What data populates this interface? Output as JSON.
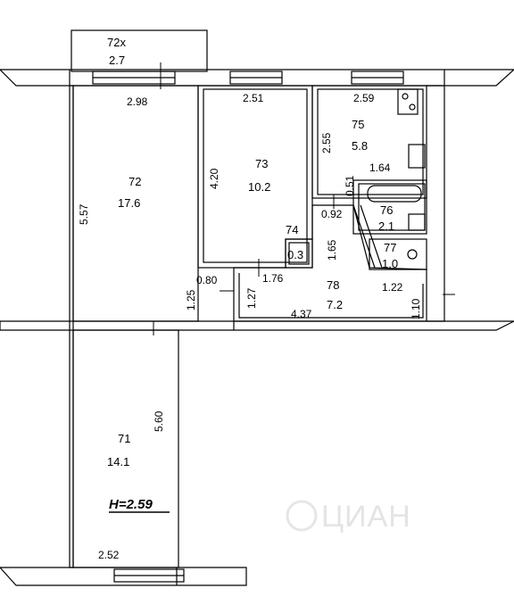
{
  "rooms": [
    {
      "number": "72x",
      "area": "2.7"
    },
    {
      "number": "72",
      "area": "17.6"
    },
    {
      "number": "73",
      "area": "10.2"
    },
    {
      "number": "74",
      "area": "0.3"
    },
    {
      "number": "75",
      "area": "5.8"
    },
    {
      "number": "76",
      "area": "2.1"
    },
    {
      "number": "77",
      "area": "1.0"
    },
    {
      "number": "78",
      "area": "7.2"
    },
    {
      "number": "71",
      "area": "14.1"
    }
  ],
  "dimensions": {
    "d_298": "2.98",
    "d_251": "2.51",
    "d_259": "2.59",
    "d_557": "5.57",
    "d_420": "4.20",
    "d_255": "2.55",
    "d_164": "1.64",
    "d_051": "0.51",
    "d_092": "0.92",
    "d_165": "1.65",
    "d_176": "1.76",
    "d_125": "1.25",
    "d_080": "0.80",
    "d_127": "1.27",
    "d_122": "1.22",
    "d_110": "1.10",
    "d_437": "4.37",
    "d_560": "5.60",
    "d_252": "2.52"
  },
  "ceiling_height": "H=2.59",
  "watermark": "ЦИАН"
}
